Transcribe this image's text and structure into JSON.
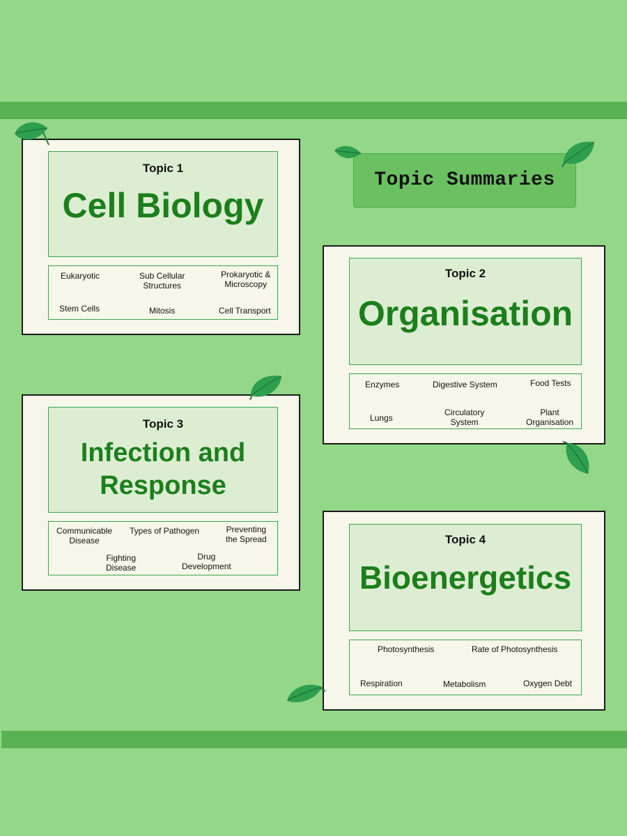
{
  "summary_title": "Topic Summaries",
  "cards": [
    {
      "topic": "Topic 1",
      "title": "Cell Biology",
      "subtopics": [
        "Eukaryotic",
        "Sub Cellular\nStructures",
        "Prokaryotic &\nMicroscopy",
        "Stem Cells",
        "Mitosis",
        "Cell Transport"
      ]
    },
    {
      "topic": "Topic 2",
      "title": "Organisation",
      "subtopics": [
        "Enzymes",
        "Digestive System",
        "Food Tests",
        "Lungs",
        "Circulatory\nSystem",
        "Plant\nOrganisation"
      ]
    },
    {
      "topic": "Topic 3",
      "title": "Infection and\nResponse",
      "subtopics": [
        "Communicable\nDisease",
        "Types of Pathogen",
        "Preventing\nthe Spread",
        "Fighting\nDisease",
        "Drug\nDevelopment"
      ]
    },
    {
      "topic": "Topic 4",
      "title": "Bioenergetics",
      "subtopics": [
        "Photosynthesis",
        "Rate of Photosynthesis",
        "Respiration",
        "Metabolism",
        "Oxygen Debt"
      ]
    }
  ],
  "colors": {
    "background": "#93d789",
    "band": "#5bb254",
    "title_green": "#1b7f1b",
    "leaf": "#2e9e4f"
  },
  "icons": [
    "leaf-icon"
  ]
}
